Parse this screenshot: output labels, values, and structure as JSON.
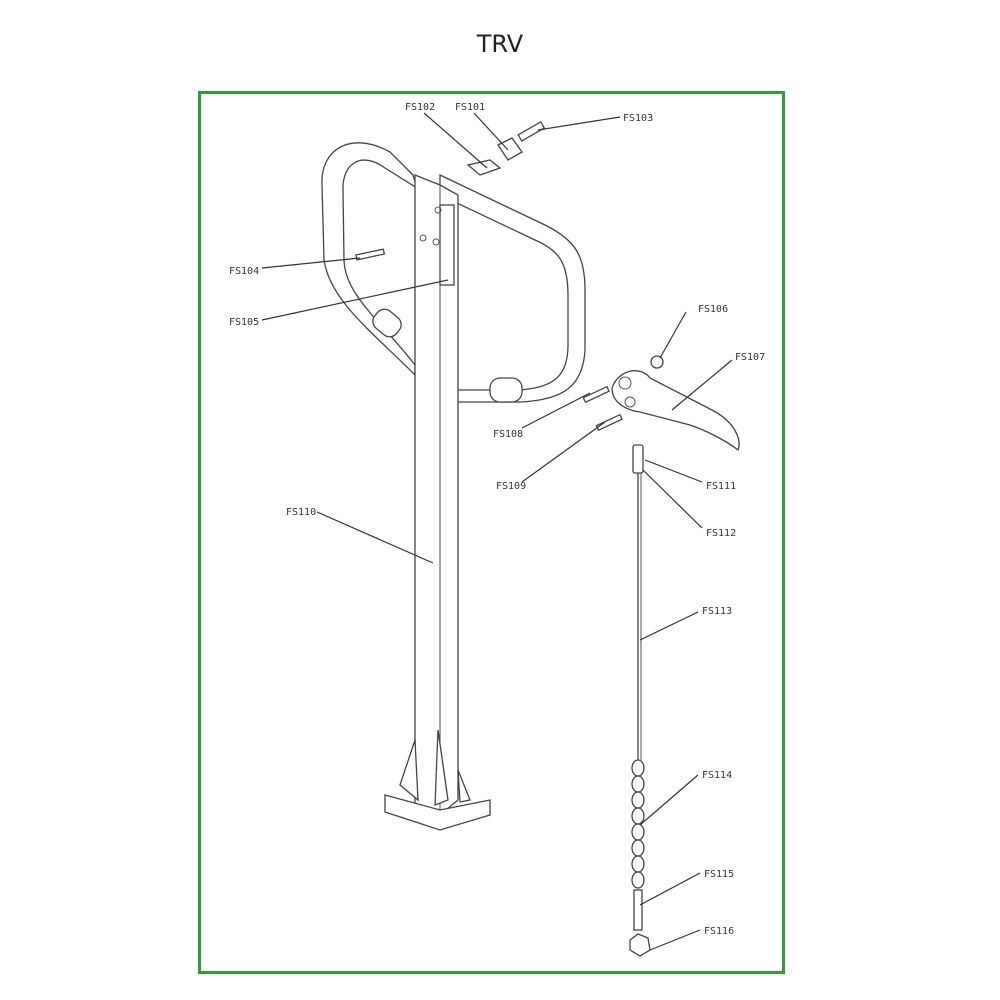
{
  "title": "TRV",
  "colors": {
    "frame": "#2e9b3c",
    "line": "#333333"
  },
  "labels": {
    "fs102": "FS102",
    "fs101": "FS101",
    "fs103": "FS103",
    "fs104": "FS104",
    "fs105": "FS105",
    "fs106": "FS106",
    "fs107": "FS107",
    "fs108": "FS108",
    "fs109": "FS109",
    "fs110": "FS110",
    "fs111": "FS111",
    "fs112": "FS112",
    "fs113": "FS113",
    "fs114": "FS114",
    "fs115": "FS115",
    "fs116": "FS116"
  }
}
